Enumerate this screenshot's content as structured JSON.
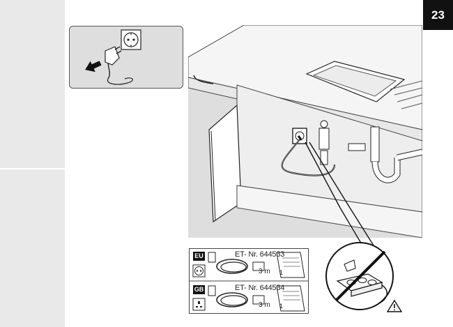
{
  "page": {
    "number": "23"
  },
  "parts": [
    {
      "region": "EU",
      "part_number": "ET- Nr. 644533",
      "cable_length": "3 m",
      "quantity": "1"
    },
    {
      "region": "GB",
      "part_number": "ET- Nr. 644534",
      "cable_length": "3 m",
      "quantity": "1"
    }
  ],
  "icons": {
    "plug_insert": "plug-insert-icon",
    "warning": "warning-triangle-icon",
    "prohibited": "no-extension-cord-icon"
  },
  "colors": {
    "sidebar": "#e9e9e9",
    "tab": "#111111",
    "panel": "#dedede"
  }
}
